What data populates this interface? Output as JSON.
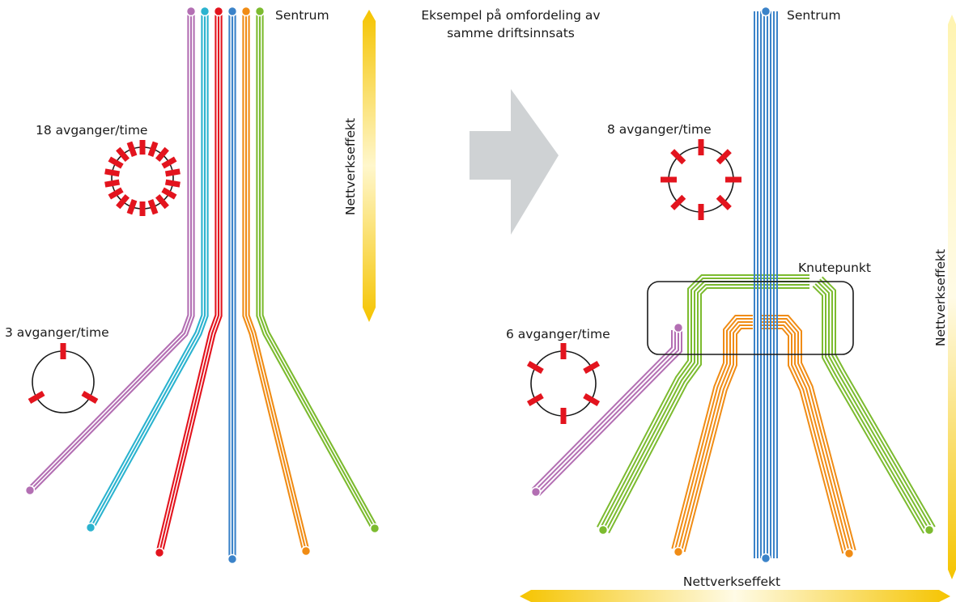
{
  "title_line1": "Eksempel på omfordeling av",
  "title_line2": "samme driftsinnsats",
  "left": {
    "center_label": "Sentrum",
    "network_effect_label": "Nettverkseffekt",
    "freq_high_label": "18 avganger/time",
    "freq_low_label": "3 avganger/time",
    "freq_high_ticks": 18,
    "freq_low_ticks": 3
  },
  "right": {
    "center_label": "Sentrum",
    "hub_label": "Knutepunkt",
    "freq_high_label": "8 avganger/time",
    "freq_low_label": "6 avganger/time",
    "freq_high_ticks": 8,
    "freq_low_ticks": 6,
    "network_effect_vertical_label": "Nettverkseffekt",
    "network_effect_horizontal_label": "Nettverkseffekt"
  },
  "colors": {
    "purple": "#b36fb3",
    "cyan": "#2bb3cf",
    "red": "#e3141e",
    "blue": "#3b83c9",
    "orange": "#f08c15",
    "green": "#7cbb2f",
    "arrow_gray": "#cfd2d4",
    "gradient_yellow": "#f5c400"
  }
}
